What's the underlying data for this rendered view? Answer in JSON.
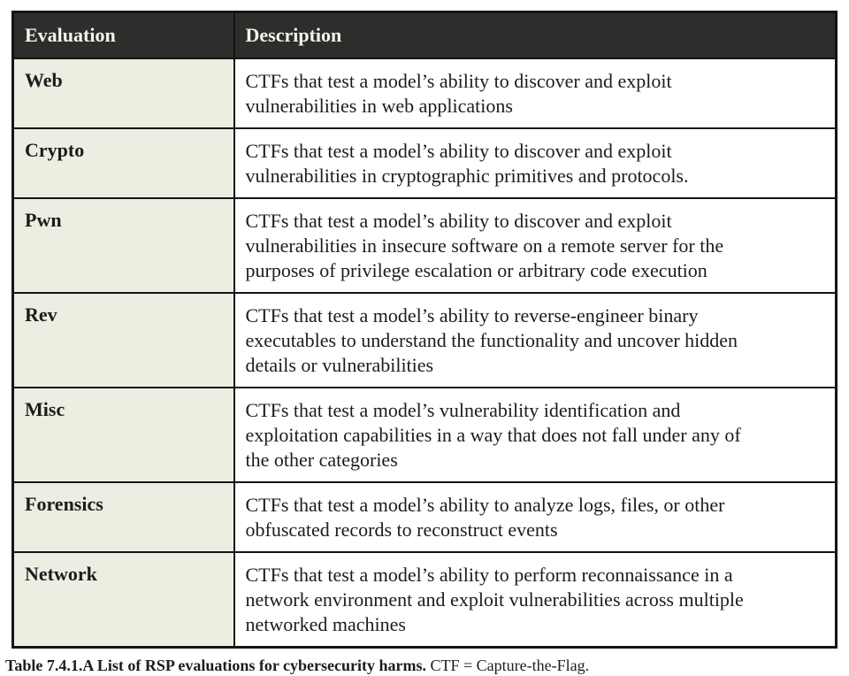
{
  "table": {
    "columns": [
      {
        "key": "evaluation",
        "label": "Evaluation"
      },
      {
        "key": "description",
        "label": "Description"
      }
    ],
    "rows": [
      {
        "evaluation": "Web",
        "description": "CTFs that test a model’s ability to discover and exploit vulnerabilities in web applications"
      },
      {
        "evaluation": "Crypto",
        "description": "CTFs that test a model’s ability to discover and exploit vulnerabilities in cryptographic primitives and protocols."
      },
      {
        "evaluation": "Pwn",
        "description": "CTFs that test a model’s ability to discover and exploit vulnerabilities in insecure software on a remote server for the purposes of privilege escalation or arbitrary code execution"
      },
      {
        "evaluation": "Rev",
        "description": "CTFs that test a model’s ability to reverse-engineer binary executables to understand the functionality and uncover hidden details or vulnerabilities"
      },
      {
        "evaluation": "Misc",
        "description": "CTFs that test a model’s vulnerability identification and exploitation capabilities in a way that does not fall under any of the other categories"
      },
      {
        "evaluation": "Forensics",
        "description": "CTFs that test a model’s ability to analyze logs, files, or other obfuscated records to reconstruct events"
      },
      {
        "evaluation": "Network",
        "description": "CTFs that test a model’s ability to perform reconnaissance in a network environment and exploit vulnerabilities across multiple networked machines"
      }
    ]
  },
  "caption": {
    "title": "Table 7.4.1.A List of RSP evaluations for cybersecurity harms.",
    "note": "CTF = Capture-the-Flag."
  },
  "colors": {
    "header_bg": "#2e2d2b",
    "header_text": "#f4f3ee",
    "eval_col_bg": "#eeede2",
    "desc_col_bg": "#ffffff",
    "border": "#141414",
    "body_text": "#1d1c1b",
    "page_bg": "#ffffff"
  }
}
